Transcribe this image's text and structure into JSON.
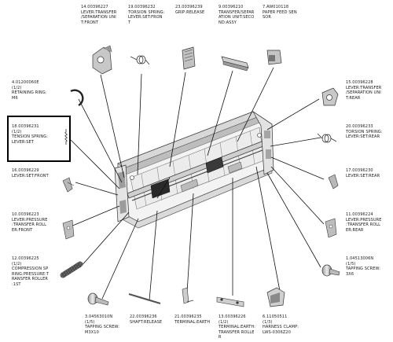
{
  "labels": [
    {
      "id": "p14",
      "lines": [
        "14.00396227",
        "LEVER:TRANSFER",
        "/SEPARATION UNI",
        "T:FRONT"
      ]
    },
    {
      "id": "p19",
      "lines": [
        "19.00396232",
        "TORSION SPRING:",
        "LEVER:SET:FRON",
        "T"
      ]
    },
    {
      "id": "p23",
      "lines": [
        "23.00396239",
        "GRIP:RELEASE"
      ]
    },
    {
      "id": "p9",
      "lines": [
        "9.00396210",
        "TRANSFER/SEPAR",
        "ATION UNIT:SECO",
        "ND:ASSY"
      ]
    },
    {
      "id": "p7",
      "lines": [
        "7.AW010118",
        "PAPER FEED SEN",
        "SOR"
      ]
    },
    {
      "id": "p4",
      "lines": [
        "4.01200060E",
        "(1/2)",
        "RETAINING RING:",
        "M6"
      ]
    },
    {
      "id": "p15a",
      "lines": [
        "15.00396228",
        "LEVER:TRANSFER",
        "/SEPARATION UNI",
        "T:REAR"
      ]
    },
    {
      "id": "p18",
      "lines": [
        "18.00396231",
        "(1/2)",
        "TENSION SPRING:",
        "LEVER:SET"
      ]
    },
    {
      "id": "p20",
      "lines": [
        "20.00396233",
        "TORSION SPRING:",
        "LEVER:SET:REAR"
      ]
    },
    {
      "id": "p16",
      "lines": [
        "16.00396229",
        "LEVER:SET:FRONT"
      ]
    },
    {
      "id": "p17",
      "lines": [
        "17.00396230",
        "LEVER:SET:REAR"
      ]
    },
    {
      "id": "p10",
      "lines": [
        "10.00396223",
        "LEVER:PRESSURE",
        ":TRANSFER ROLL",
        "ER:FRONT"
      ]
    },
    {
      "id": "p11",
      "lines": [
        "11.00396224",
        "LEVER:PRESSURE",
        ":TRANSFER ROLL",
        "ER:REAR"
      ]
    },
    {
      "id": "p12",
      "lines": [
        "12.00396225",
        "(1/2)",
        "COMPRESSION SP",
        "RING:PRESSURE:T",
        "RANSFER ROLLER",
        ":1ST"
      ]
    },
    {
      "id": "p1",
      "lines": [
        "1.04513006N",
        "(1/5)",
        "TAPPING SCREW:",
        "3X6"
      ]
    },
    {
      "id": "p3",
      "lines": [
        "3.04563010N",
        "(1/5)",
        "TAPPING SCREW:",
        "M3X10"
      ]
    },
    {
      "id": "p22",
      "lines": [
        "22.00396236",
        "SHAFT:RELEASE"
      ]
    },
    {
      "id": "p21",
      "lines": [
        "21.00396235",
        "TERMINAL:EARTH"
      ]
    },
    {
      "id": "p13",
      "lines": [
        "13.00396226",
        "(1/2)",
        "TERMINAL:EARTH:",
        "TRANSFER ROLLE",
        "R"
      ]
    },
    {
      "id": "p6",
      "lines": [
        "6.11050511",
        "(1/3)",
        "HARNESS CLAMP:",
        "LWS-0306Z20"
      ]
    }
  ]
}
